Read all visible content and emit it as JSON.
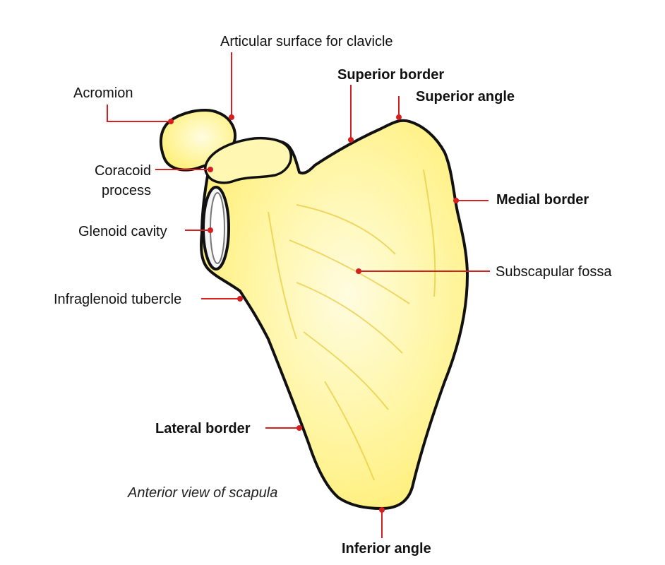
{
  "diagram": {
    "caption": "Anterior view of scapula",
    "labels": {
      "articular_surface": "Articular surface for clavicle",
      "acromion": "Acromion",
      "coracoid_line1": "Coracoid",
      "coracoid_line2": "process",
      "glenoid": "Glenoid cavity",
      "infraglenoid": "Infraglenoid tubercle",
      "superior_border": "Superior border",
      "superior_angle": "Superior angle",
      "medial_border": "Medial border",
      "subscapular": "Subscapular fossa",
      "lateral_border": "Lateral border",
      "inferior_angle": "Inferior angle"
    },
    "colors": {
      "bone": "#FFF59A",
      "bone_highlight": "#FFFCD6",
      "outline": "#111111",
      "leader": "#D42020",
      "dot": "#D42020"
    }
  }
}
